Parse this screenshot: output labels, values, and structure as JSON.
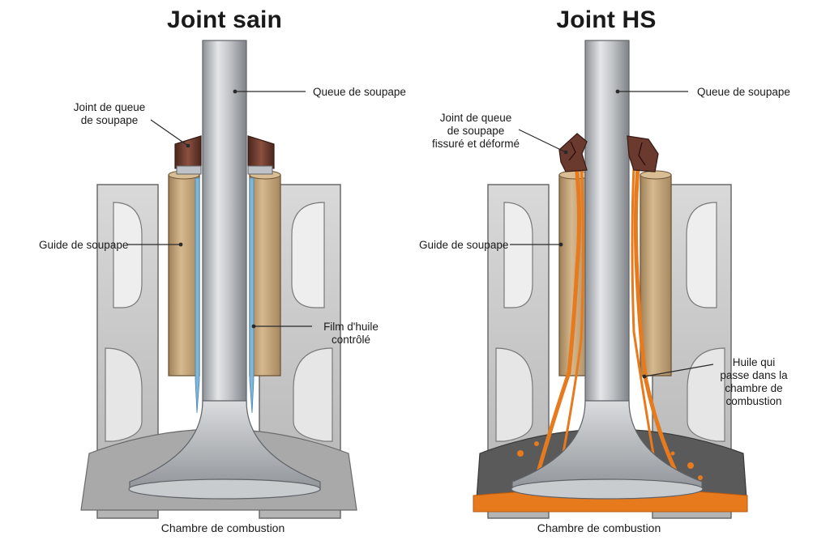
{
  "left_panel": {
    "title": "Joint sain",
    "labels": {
      "stem": "Queue de soupape",
      "seal_line1": "Joint de queue",
      "seal_line2": "de soupape",
      "guide": "Guide de soupape",
      "oil_line1": "Film d'huile",
      "oil_line2": "contrôlé",
      "chamber": "Chambre de combustion"
    }
  },
  "right_panel": {
    "title": "Joint HS",
    "labels": {
      "stem": "Queue de soupape",
      "seal_line1": "Joint de queue",
      "seal_line2": "de soupape",
      "seal_line3": "fissuré et déformé",
      "guide": "Guide de soupape",
      "oil_line1": "Huile qui",
      "oil_line2": "passe dans la",
      "oil_line3": "chambre de",
      "oil_line4": "combustion",
      "chamber": "Chambre de combustion"
    }
  },
  "colors": {
    "head_casting": "#c9c9c9",
    "guide_bronze": "#c4a47a",
    "valve_steel": "#b8bcc0",
    "seal_rubber": "#6b3a2e",
    "oil_film_blue": "#7fb6d9",
    "oil_leak_orange": "#e87a1e"
  }
}
